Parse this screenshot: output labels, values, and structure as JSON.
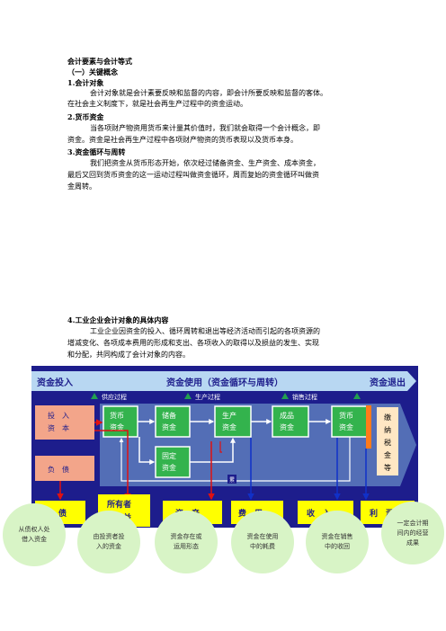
{
  "doc": {
    "title": "会计要素与会计等式",
    "section": "（一）关键概念",
    "s1_heading": "1.会计对象",
    "s1_line1": "会计对象就是会计素要反映和监督的内容，即会计所要反映和监督的客体。",
    "s1_line2": "在社会主义制度下，就是社会再生产过程中的资金运动。",
    "s2_heading": "2.货币资金",
    "s2_line1": "当各项财产物资用货币来计量其价值时，我们就会取得一个会计概念，即",
    "s2_line2": "资金。资金是社会再生产过程中各项财产物资的货币表现以及货币本身。",
    "s3_heading": "3.资金循环与周转",
    "s3_line1": "我们把资金从货币形态开始，依次经过储备资金、生产资金、成本资金，",
    "s3_line2": "最后又回到货币资金的这一运动过程叫做资金循环，周而复始的资金循环叫做资",
    "s3_line3": "金周转。",
    "s4_heading": "4.工业企业会计对象的具体内容",
    "s4_line1": "工业企业因资金的投入、循环周转和退出等经济活动而引起的各项资源的",
    "s4_line2": "增减变化、各项成本费用的形成和支出、各项收入的取得以及损益的发生、实现",
    "s4_line3": "和分配，共同构成了会计对象的内容。"
  },
  "diagram": {
    "top_input": "资金投入",
    "top_use": "资金使用（资金循环与周转）",
    "top_exit": "资金退出",
    "phase_supply": "供应过程",
    "phase_production": "生产过程",
    "phase_sales": "销售过程",
    "invest_capital": "投　入\n资　本",
    "liabilities_box": "负　债",
    "cash1": "货币\n资金",
    "reserve": "储备\n资金",
    "production_funds": "生产\n资金",
    "finished": "成品\n资金",
    "cash2": "货币\n资金",
    "fixed": "固定\n资金",
    "small_label": "累",
    "tax_box": "缴纳税金等",
    "bottom": [
      "负　债",
      "所有者\n权　益",
      "资　产",
      "费　用",
      "收　入",
      "利　润"
    ],
    "bubbles": [
      "从债权人处\n借入资金",
      "由投资者投\n入的资金",
      "资金存在或\n运用形态",
      "资金在使用\n中的耗费",
      "资金在销售\n中的收回",
      "一定会计期\n间内的经营\n成果"
    ],
    "colors": {
      "dark_bg": "#1d1d8c",
      "arrow_top": "#b8d7f2",
      "box_yellow": "#ffff00",
      "box_pink": "#f3a58a",
      "box_green": "#33b34d",
      "tax_orange": "#ff7a1a",
      "tax_light": "#ffe7c4",
      "bubble_green": "#d8f4c6",
      "red_line": "#e01010",
      "blue_line": "#1030c8"
    }
  }
}
